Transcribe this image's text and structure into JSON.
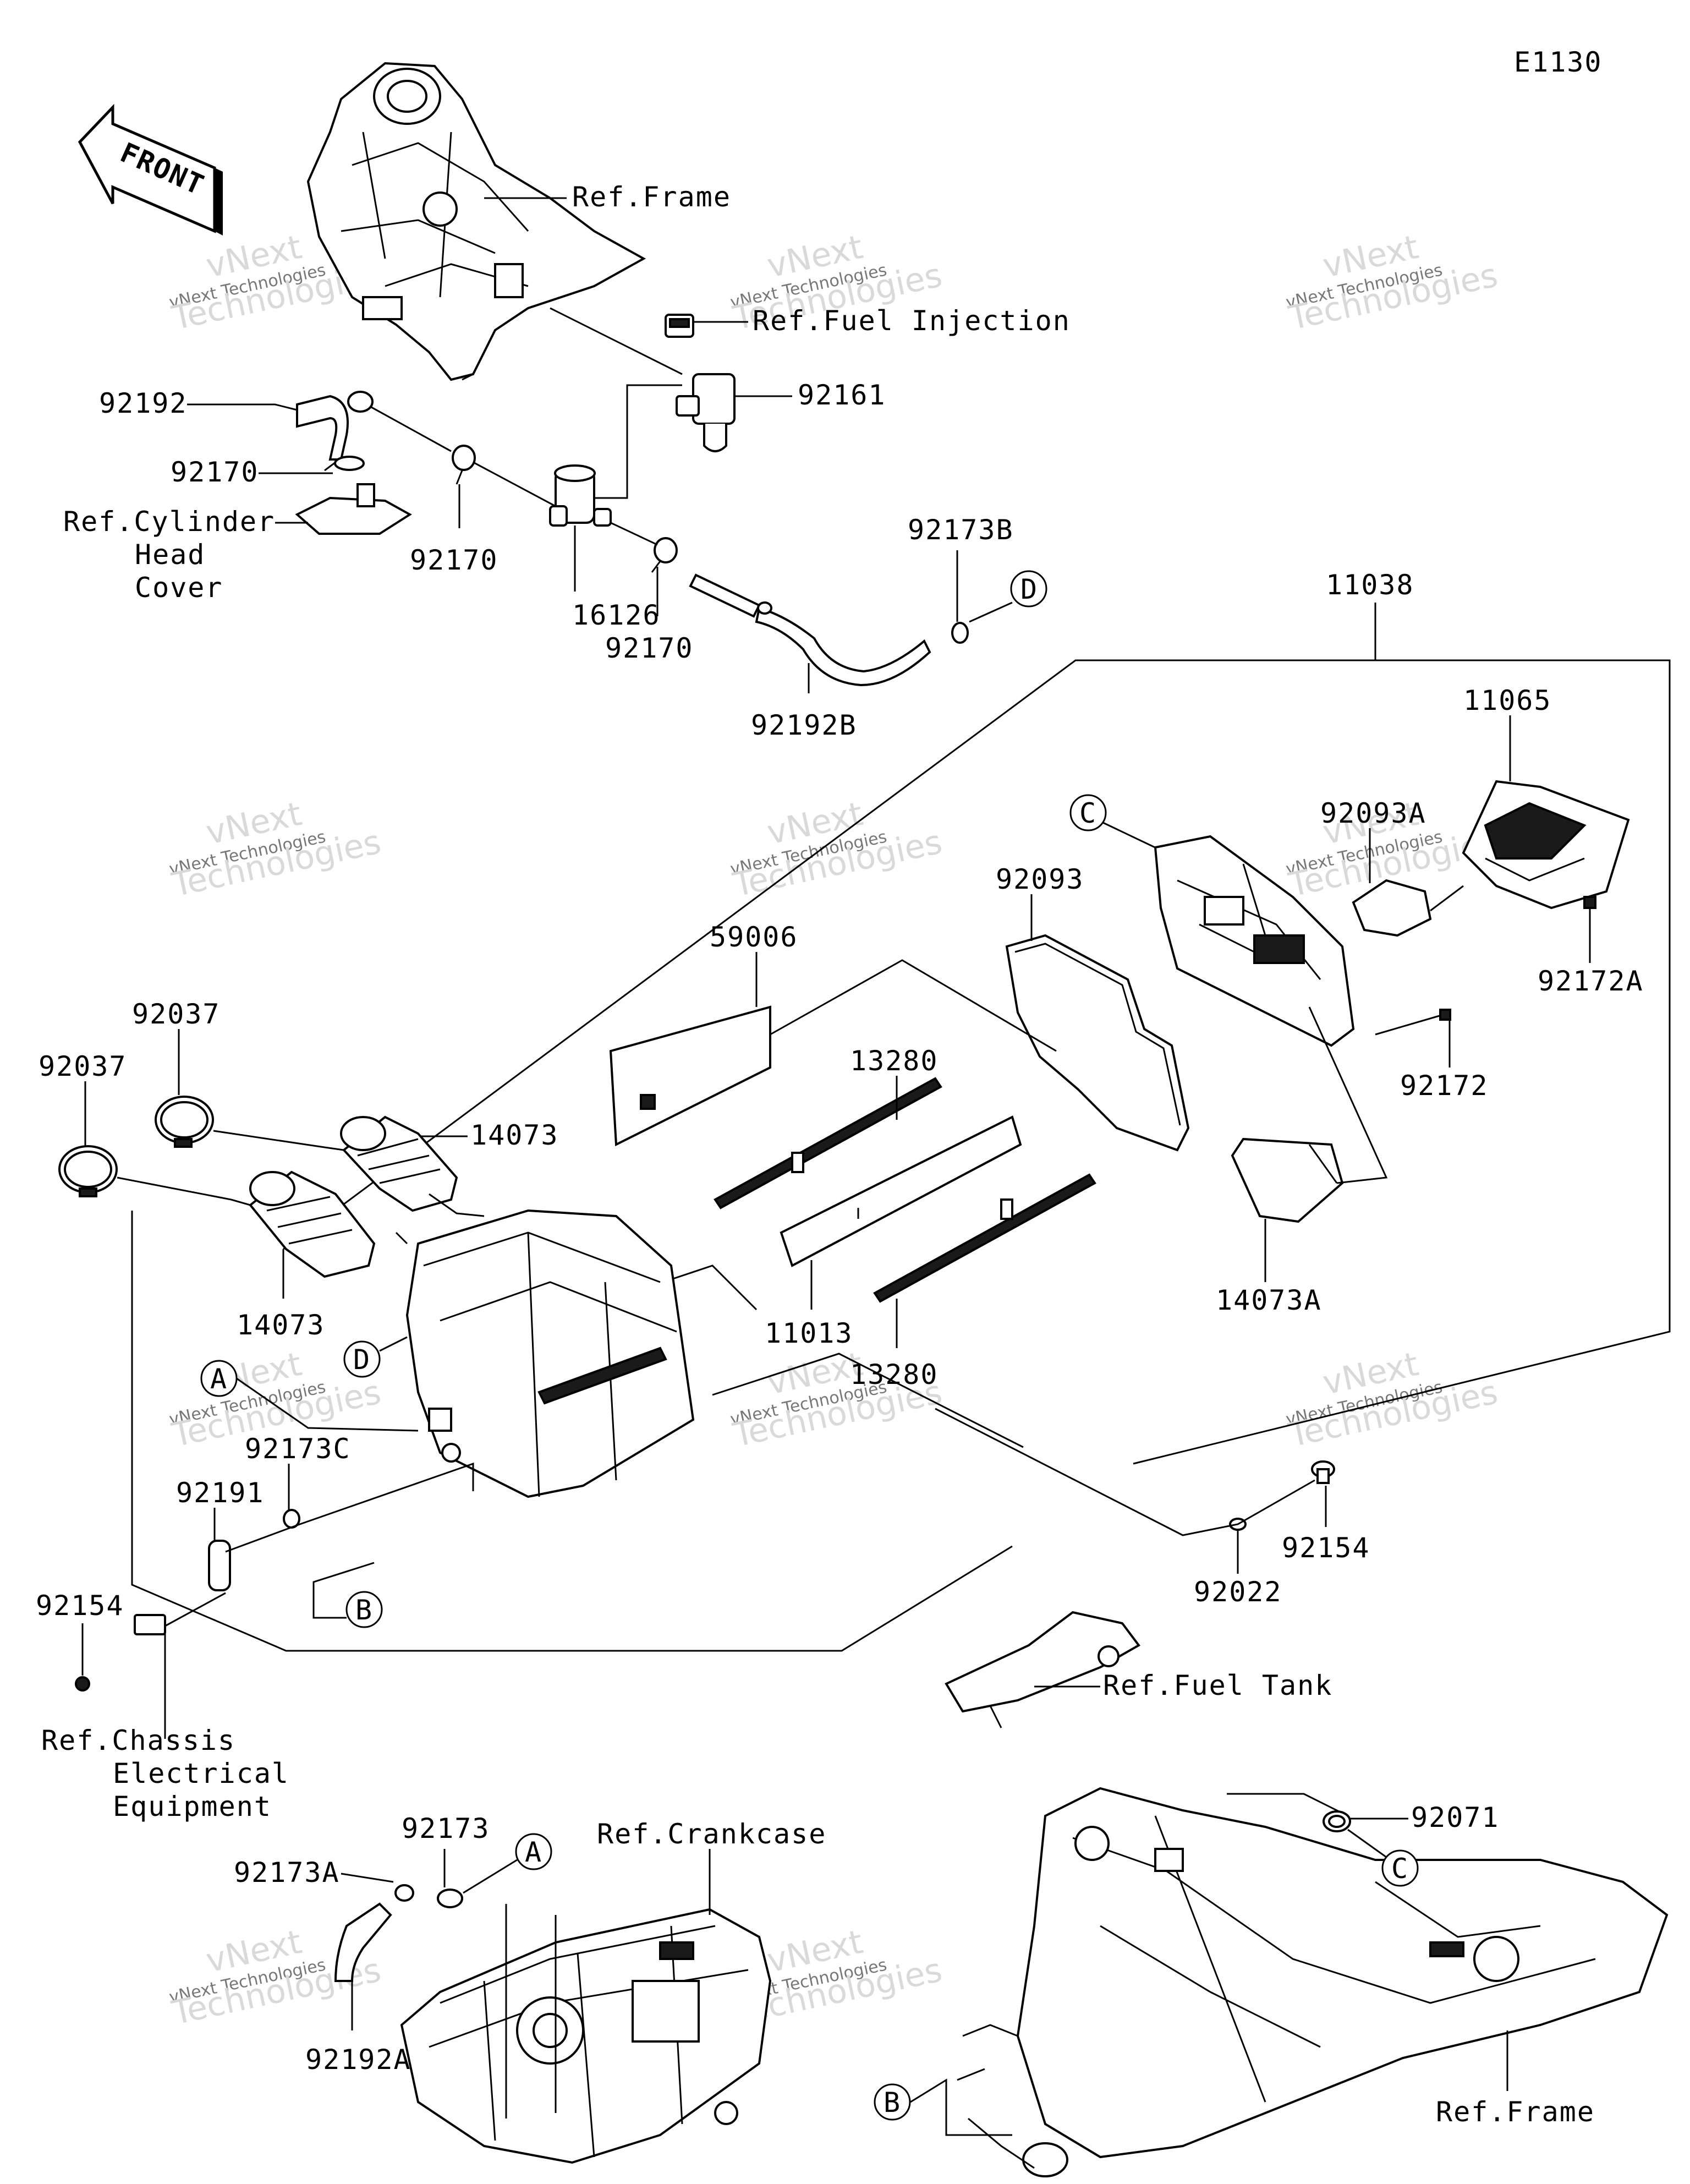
{
  "diagram_code": "E1130",
  "front_label": "FRONT",
  "watermark": {
    "line1": "vNext Technologies",
    "line2": "vNext",
    "line3": "Technologies"
  },
  "refs": {
    "frame_top": "Ref.Frame",
    "fuel_injection": "Ref.Fuel Injection",
    "cyl_head_1": "Ref.Cylinder",
    "cyl_head_2": "Head",
    "cyl_head_3": "Cover",
    "fuel_tank": "Ref.Fuel Tank",
    "chassis_1": "Ref.Chassis",
    "chassis_2": "Electrical",
    "chassis_3": "Equipment",
    "crankcase": "Ref.Crankcase",
    "frame_bottom": "Ref.Frame"
  },
  "parts": {
    "p92192": "92192",
    "p92170a": "92170",
    "p92170b": "92170",
    "p92170c": "92170",
    "p16126": "16126",
    "p92161": "92161",
    "p92173B": "92173B",
    "p92192B": "92192B",
    "p11038": "11038",
    "p11065": "11065",
    "p92093A": "92093A",
    "p92172A": "92172A",
    "p92093": "92093",
    "p59006": "59006",
    "p13280a": "13280",
    "p13280b": "13280",
    "p92172": "92172",
    "p92037a": "92037",
    "p92037b": "92037",
    "p14073a": "14073",
    "p14073b": "14073",
    "p14073A": "14073A",
    "p11013": "11013",
    "p92173C": "92173C",
    "p92191": "92191",
    "p92154a": "92154",
    "p92154b": "92154",
    "p92022": "92022",
    "p92071": "92071",
    "p92173": "92173",
    "p92173A": "92173A",
    "p92192A": "92192A"
  },
  "callouts": {
    "A1": "A",
    "A2": "A",
    "B1": "B",
    "B2": "B",
    "C1": "C",
    "C2": "C",
    "D1": "D",
    "D2": "D"
  }
}
